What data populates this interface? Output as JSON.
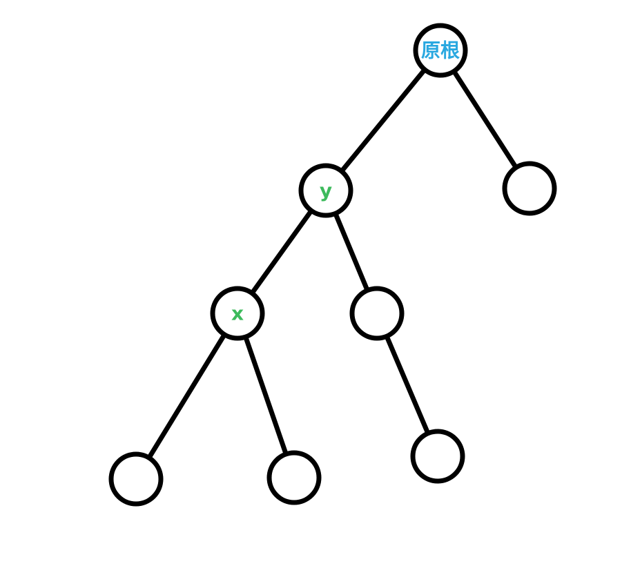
{
  "tree": {
    "nodes": [
      {
        "id": "root",
        "label": "原根",
        "color": "#29a8e0"
      },
      {
        "id": "y",
        "label": "y",
        "color": "#3dba5c"
      },
      {
        "id": "root_right",
        "label": "",
        "color": "#000000"
      },
      {
        "id": "x",
        "label": "x",
        "color": "#3dba5c"
      },
      {
        "id": "y_right",
        "label": "",
        "color": "#000000"
      },
      {
        "id": "x_left",
        "label": "",
        "color": "#000000"
      },
      {
        "id": "x_right",
        "label": "",
        "color": "#000000"
      },
      {
        "id": "y_right_child",
        "label": "",
        "color": "#000000"
      }
    ],
    "edges": [
      {
        "from": "root",
        "to": "y"
      },
      {
        "from": "root",
        "to": "root_right"
      },
      {
        "from": "y",
        "to": "x"
      },
      {
        "from": "y",
        "to": "y_right"
      },
      {
        "from": "x",
        "to": "x_left"
      },
      {
        "from": "x",
        "to": "x_right"
      },
      {
        "from": "y_right",
        "to": "y_right_child"
      }
    ]
  }
}
